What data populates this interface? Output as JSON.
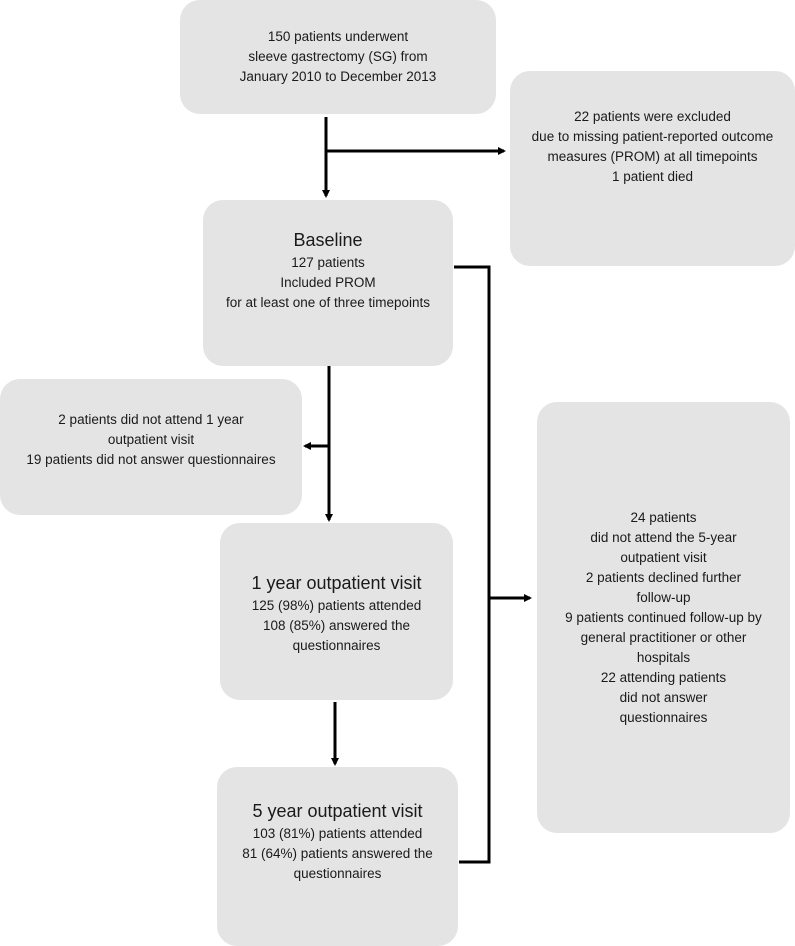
{
  "boxes": {
    "start": {
      "lines": [
        "150 patients underwent",
        "sleeve gastrectomy (SG) from",
        "January 2010 to December 2013"
      ]
    },
    "excluded": {
      "lines": [
        "22 patients were excluded",
        "due to missing patient-reported outcome",
        "measures (PROM) at all timepoints",
        "1 patient died"
      ]
    },
    "baseline": {
      "heading": "Baseline",
      "lines": [
        "127 patients",
        "Included PROM",
        "for at least one of three timepoints"
      ]
    },
    "missing_1yr": {
      "lines": [
        "2 patients did not attend 1 year",
        "outpatient visit",
        "19 patients did not answer questionnaires"
      ]
    },
    "visit_1yr": {
      "heading": "1 year outpatient visit",
      "lines": [
        "125 (98%) patients attended",
        "108 (85%) answered the",
        "questionnaires"
      ]
    },
    "visit_5yr": {
      "heading": "5 year outpatient visit",
      "lines": [
        "103 (81%) patients attended",
        "81 (64%) patients answered the",
        "questionnaires"
      ]
    },
    "missing_5yr": {
      "lines": [
        "24 patients",
        "did not attend the 5-year",
        "outpatient visit",
        "2 patients declined further",
        "follow-up",
        "9 patients continued follow-up by",
        "general practitioner or other",
        "hospitals",
        "22 attending patients",
        "did not answer",
        "questionnaires"
      ]
    }
  }
}
